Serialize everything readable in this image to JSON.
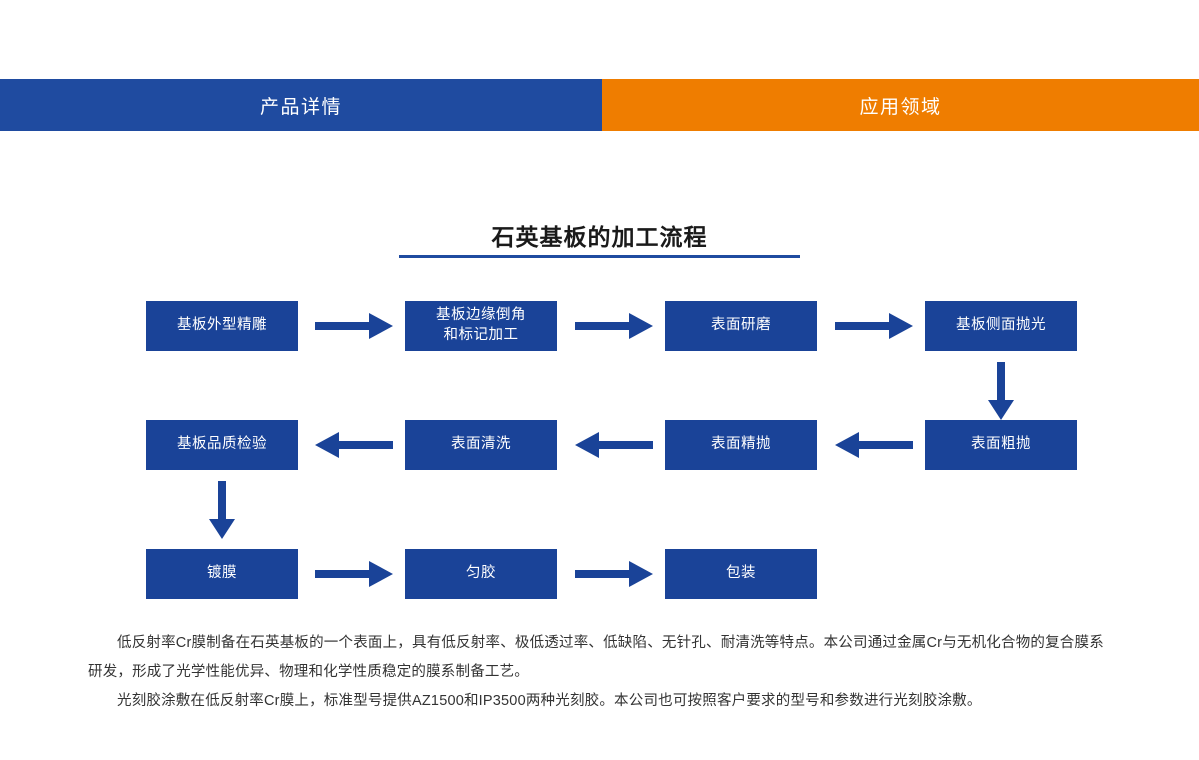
{
  "tabs": [
    {
      "label": "产品详情",
      "state": "active",
      "color": "#1F4BA0"
    },
    {
      "label": "应用领域",
      "state": "inactive",
      "color": "#EF7D00"
    }
  ],
  "section": {
    "title": "石英基板的加工流程",
    "rule_color": "#1F4BA0"
  },
  "flow": {
    "node_color": "#1A4398",
    "node_text_color": "#FFFFFF",
    "nodes": [
      {
        "id": "n1",
        "label": "基板外型精雕",
        "row": 1,
        "col": 1
      },
      {
        "id": "n2",
        "label": "基板边缘倒角\n和标记加工",
        "row": 1,
        "col": 2
      },
      {
        "id": "n3",
        "label": "表面研磨",
        "row": 1,
        "col": 3
      },
      {
        "id": "n4",
        "label": "基板侧面抛光",
        "row": 1,
        "col": 4
      },
      {
        "id": "n5",
        "label": "基板品质检验",
        "row": 2,
        "col": 1
      },
      {
        "id": "n6",
        "label": "表面清洗",
        "row": 2,
        "col": 2
      },
      {
        "id": "n7",
        "label": "表面精抛",
        "row": 2,
        "col": 3
      },
      {
        "id": "n8",
        "label": "表面粗抛",
        "row": 2,
        "col": 4
      },
      {
        "id": "n9",
        "label": "镀膜",
        "row": 3,
        "col": 1
      },
      {
        "id": "n10",
        "label": "匀胶",
        "row": 3,
        "col": 2
      },
      {
        "id": "n11",
        "label": "包装",
        "row": 3,
        "col": 3
      }
    ],
    "connectors": [
      {
        "from": "n1",
        "to": "n2",
        "direction": "right"
      },
      {
        "from": "n2",
        "to": "n3",
        "direction": "right"
      },
      {
        "from": "n3",
        "to": "n4",
        "direction": "right"
      },
      {
        "from": "n4",
        "to": "n8",
        "direction": "down"
      },
      {
        "from": "n8",
        "to": "n7",
        "direction": "left"
      },
      {
        "from": "n7",
        "to": "n6",
        "direction": "left"
      },
      {
        "from": "n6",
        "to": "n5",
        "direction": "left"
      },
      {
        "from": "n5",
        "to": "n9",
        "direction": "down"
      },
      {
        "from": "n9",
        "to": "n10",
        "direction": "right"
      },
      {
        "from": "n10",
        "to": "n11",
        "direction": "right"
      }
    ]
  },
  "body": {
    "paragraph_1": "低反射率Cr膜制备在石英基板的一个表面上，具有低反射率、极低透过率、低缺陷、无针孔、耐清洗等特点。本公司通过金属Cr与无机化合物的复合膜系研发，形成了光学性能优异、物理和化学性质稳定的膜系制备工艺。",
    "paragraph_2": "光刻胶涂敷在低反射率Cr膜上，标准型号提供AZ1500和IP3500两种光刻胶。本公司也可按照客户要求的型号和参数进行光刻胶涂敷。"
  }
}
